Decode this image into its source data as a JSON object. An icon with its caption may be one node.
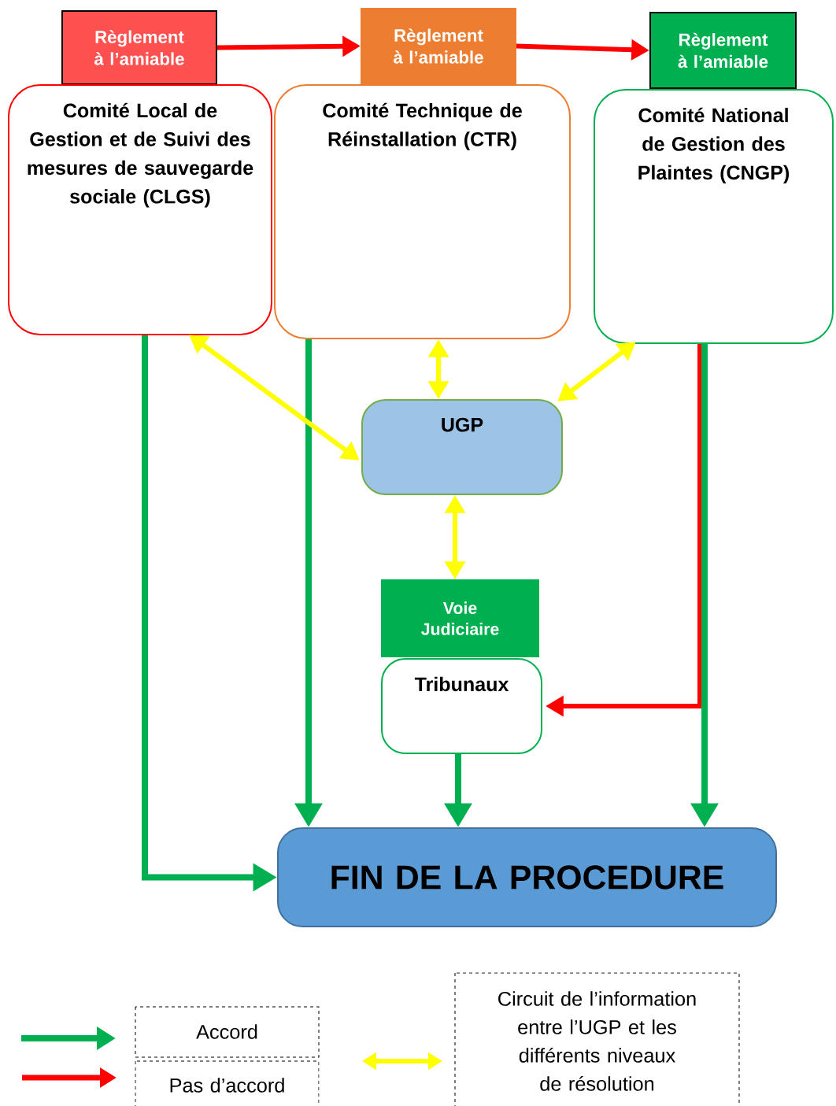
{
  "diagram": {
    "nodes": [
      {
        "text": [
          "Règlement à l’amiable"
        ]
      },
      {
        "text": [
          "Règlement à l’amiable"
        ]
      },
      {
        "text": [
          "Règlement à l’amiable"
        ]
      },
      {
        "text": [
          "Comité Local de Gestion et de Suivi des mesures de sauvegarde sociale (CLGS)"
        ]
      },
      {
        "text": [
          "Comité Technique de Réinstallation (CTR)"
        ]
      },
      {
        "text": [
          "Comité National de Gestion des Plaintes (CNGP)"
        ]
      },
      {
        "text": [
          "UGP"
        ]
      },
      {
        "text": [
          "Voie Judiciaire"
        ]
      },
      {
        "text": [
          "Tribunaux"
        ]
      },
      {
        "text": [
          "FIN DE LA PROCEDURE"
        ]
      }
    ],
    "edges": [
      {
        "from": 0,
        "to": 1,
        "arrow": "to",
        "color": "#ff0000"
      },
      {
        "from": 1,
        "to": 2,
        "arrow": "to",
        "color": "#ff0000"
      },
      {
        "from": 3,
        "to": 9,
        "arrow": "to",
        "color": "#00b050"
      },
      {
        "from": 4,
        "to": 9,
        "arrow": "to",
        "color": "#00b050"
      },
      {
        "from": 8,
        "to": 9,
        "arrow": "to",
        "color": "#00b050"
      },
      {
        "from": 5,
        "to": 9,
        "arrow": "to",
        "color": "#00b050"
      },
      {
        "from": 5,
        "to": 8,
        "arrow": "to",
        "color": "#ff0000"
      },
      {
        "from": 3,
        "to": 6,
        "arrow": "both",
        "color": "#ffff00"
      },
      {
        "from": 4,
        "to": 6,
        "arrow": "both",
        "color": "#ffff00"
      },
      {
        "from": 5,
        "to": 6,
        "arrow": "both",
        "color": "#ffff00"
      },
      {
        "from": 6,
        "to": 7,
        "arrow": "both",
        "color": "#ffff00"
      }
    ],
    "legend": [
      {
        "text": "Accord"
      },
      {
        "text": "Pas d’accord"
      },
      {
        "text": "Circuit de l’information entre l’UGP et les différents niveaux de résolution"
      }
    ]
  }
}
